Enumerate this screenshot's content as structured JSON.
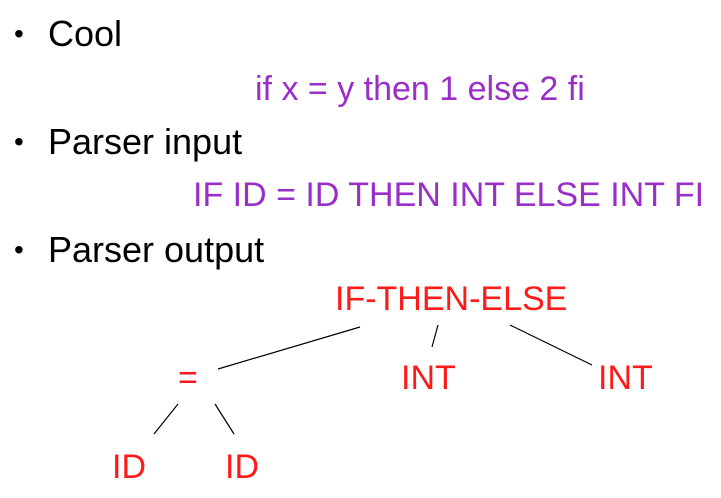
{
  "bullets": [
    {
      "marker": "•",
      "text": "Cool"
    },
    {
      "marker": "•",
      "text": "Parser input"
    },
    {
      "marker": "•",
      "text": "Parser output"
    }
  ],
  "cool_code": "if x = y then 1 else 2 fi",
  "parser_input_tokens": "IF ID = ID THEN INT ELSE INT FI",
  "tree": {
    "root": "IF-THEN-ELSE",
    "eq": "=",
    "int1": "INT",
    "int2": "INT",
    "id1": "ID",
    "id2": "ID"
  },
  "colors": {
    "text": "#000000",
    "code": "#9a2ec8",
    "tree": "#ff1a1a",
    "edge": "#000000"
  }
}
